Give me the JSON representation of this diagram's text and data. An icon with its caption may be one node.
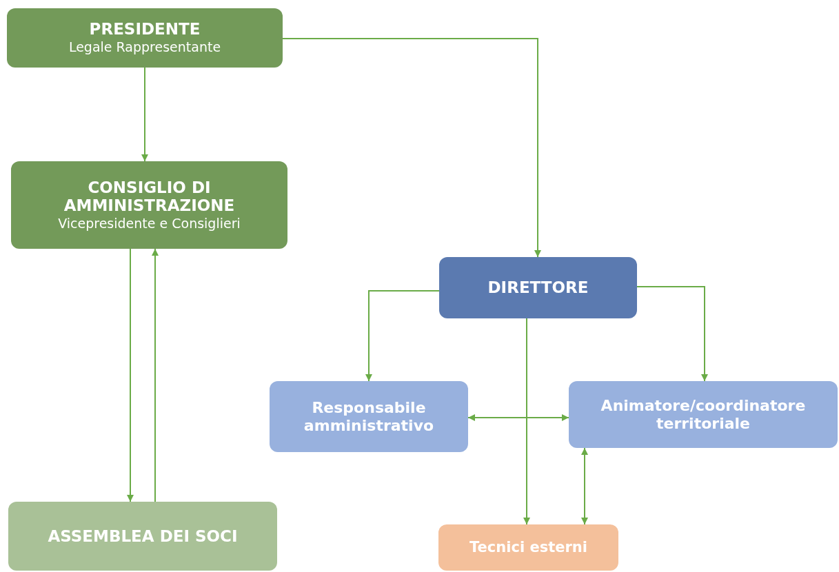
{
  "diagram": {
    "nodes": [
      {
        "text": [
          "PRESIDENTE",
          "Legale Rappresentante"
        ]
      },
      {
        "text": [
          "CONSIGLIO DI AMMINISTRAZIONE",
          "Vicepresidente e Consiglieri"
        ]
      },
      {
        "text": [
          "ASSEMBLEA DEI SOCI"
        ]
      },
      {
        "text": [
          "DIRETTORE"
        ]
      },
      {
        "text": [
          "Responsabile amministrativo"
        ]
      },
      {
        "text": [
          "Animatore/coordinatore territoriale"
        ]
      },
      {
        "text": [
          "Tecnici esterni"
        ]
      }
    ],
    "edges": [
      {
        "from": 0,
        "to": 1,
        "arrow": "to"
      },
      {
        "from": 0,
        "to": 3,
        "arrow": "to"
      },
      {
        "from": 1,
        "to": 2,
        "arrow": "to"
      },
      {
        "from": 2,
        "to": 1,
        "arrow": "to"
      },
      {
        "from": 3,
        "to": 4,
        "arrow": "to"
      },
      {
        "from": 3,
        "to": 5,
        "arrow": "to"
      },
      {
        "from": 3,
        "to": 6,
        "arrow": "to"
      },
      {
        "from": 4,
        "to": 5,
        "arrow": "both"
      },
      {
        "from": 5,
        "to": 6,
        "arrow": "both"
      }
    ]
  }
}
